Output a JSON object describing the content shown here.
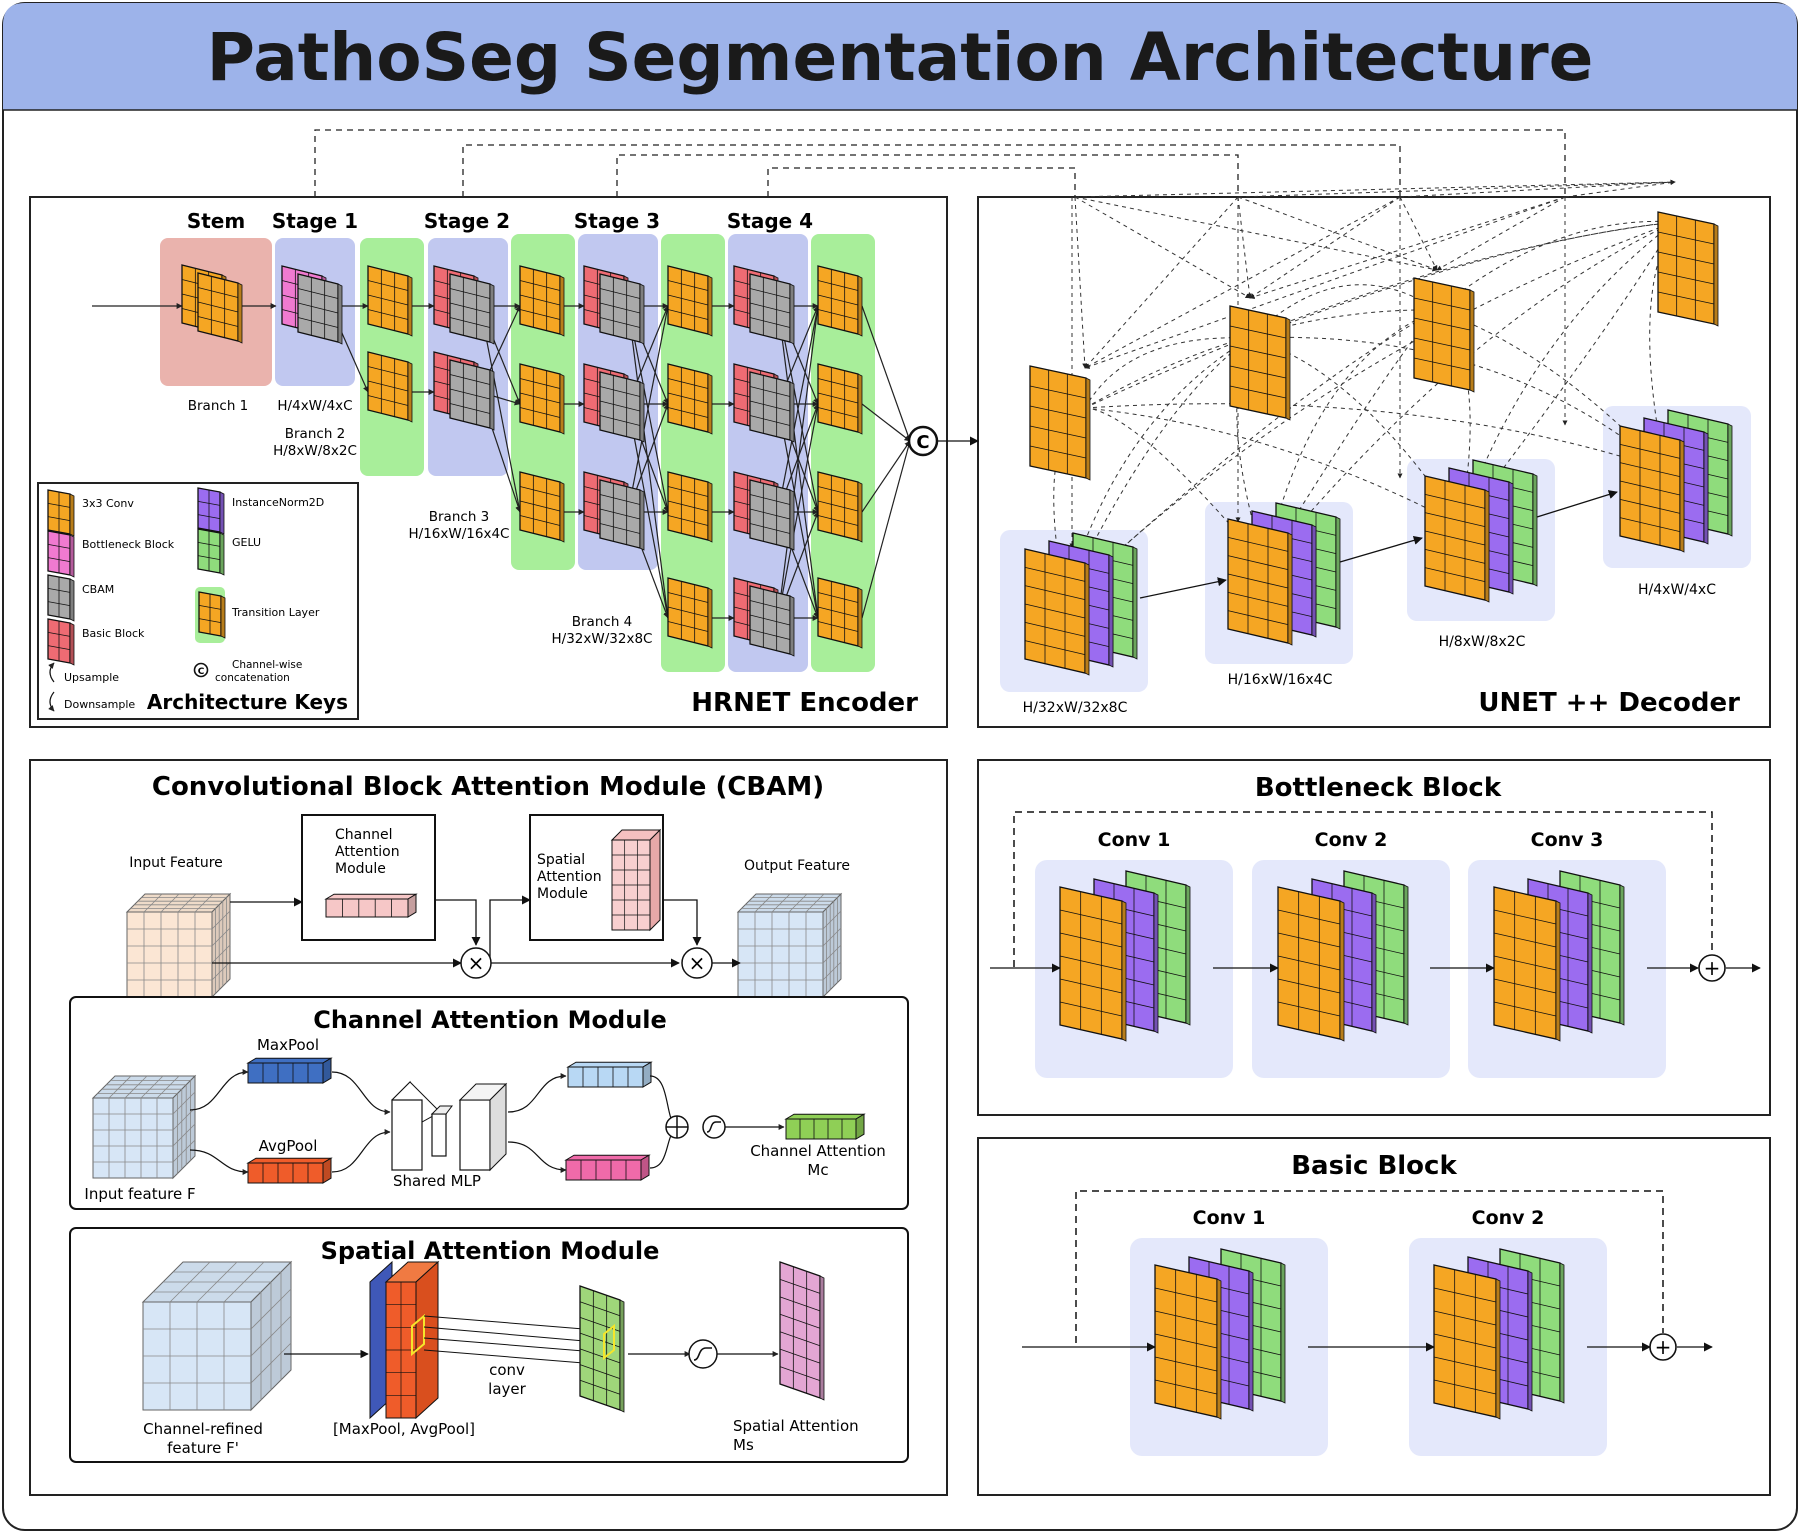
{
  "title": "PathoSeg Segmentation Architecture",
  "colors": {
    "header_bg": "#9db3ea",
    "conv_orange": "#f5a623",
    "bottleneck_pink": "#f07ad0",
    "cbam_gray": "#a9a9a9",
    "basic_red": "#ee6b73",
    "instnorm_purple": "#9b6cf0",
    "gelu_green": "#8fdc7c",
    "transition_bg": "#a8ee9a",
    "stage_bg": "#c1c8f0",
    "stem_bg": "#eab3ad",
    "group_bg": "#e4e8fb"
  },
  "encoder": {
    "panel_title": "HRNET Encoder",
    "stages": [
      "Stem",
      "Stage 1",
      "Stage 2",
      "Stage 3",
      "Stage 4"
    ],
    "branches": {
      "b1": "Branch 1",
      "b1_dim": "H/4xW/4xC",
      "b2": "Branch 2",
      "b2_dim": "H/8xW/8x2C",
      "b3": "Branch 3",
      "b3_dim": "H/16xW/16x4C",
      "b4": "Branch 4",
      "b4_dim": "H/32xW/32x8C"
    },
    "concat_symbol": "C"
  },
  "keys": {
    "title": "Architecture Keys",
    "items": {
      "conv": "3x3 Conv",
      "bottleneck": "Bottleneck Block",
      "cbam": "CBAM",
      "basic": "Basic Block",
      "instnorm": "InstanceNorm2D",
      "gelu": "GELU",
      "transition": "Transition Layer",
      "concat_line1": "Channel-wise",
      "concat_line2": "concatenation",
      "upsample": "Upsample",
      "downsample": "Downsample"
    }
  },
  "decoder": {
    "panel_title": "UNET ++ Decoder",
    "dims": [
      "H/32xW/32x8C",
      "H/16xW/16x4C",
      "H/8xW/8x2C",
      "H/4xW/4xC"
    ]
  },
  "cbam": {
    "title": "Convolutional Block Attention Module (CBAM)",
    "input_feature": "Input Feature",
    "output_feature": "Output Feature",
    "channel_box": [
      "Channel",
      "Attention",
      "Module"
    ],
    "spatial_box": [
      "Spatial",
      "Attention",
      "Module"
    ],
    "times": "×"
  },
  "channel_attention": {
    "title": "Channel Attention Module",
    "maxpool": "MaxPool",
    "avgpool": "AvgPool",
    "input": "Input feature F",
    "mlp": "Shared MLP",
    "output_line1": "Channel Attention",
    "output_line2": "Mc"
  },
  "spatial_attention": {
    "title": "Spatial Attention Module",
    "input_line1": "Channel-refined",
    "input_line2": "feature F'",
    "pool": "[MaxPool, AvgPool]",
    "conv_line1": "conv",
    "conv_line2": "layer",
    "output_line1": "Spatial Attention",
    "output_line2": "Ms"
  },
  "bottleneck": {
    "title": "Bottleneck Block",
    "convs": [
      "Conv 1",
      "Conv 2",
      "Conv 3"
    ],
    "plus": "+"
  },
  "basic": {
    "title": "Basic Block",
    "convs": [
      "Conv 1",
      "Conv 2"
    ],
    "plus": "+"
  }
}
